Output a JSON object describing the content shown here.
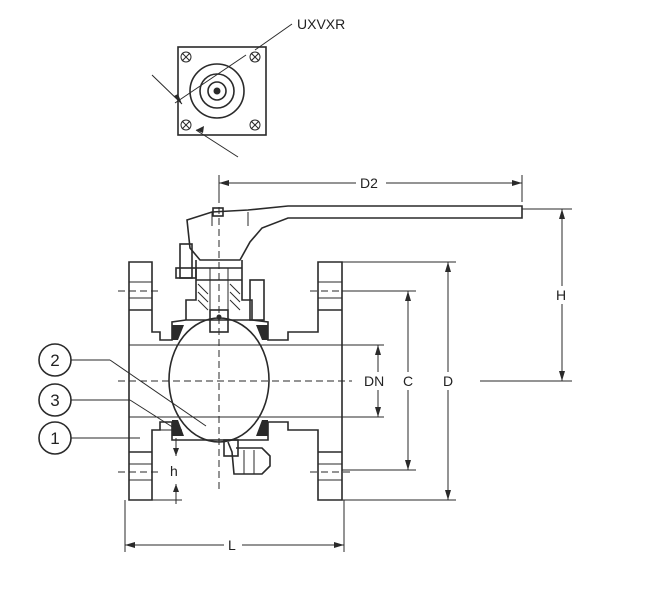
{
  "labels": {
    "top_view_callout": "UXVXR",
    "dim_d2": "D2",
    "dim_h": "H",
    "dim_dn": "DN",
    "dim_c": "C",
    "dim_d": "D",
    "dim_h_small": "h",
    "dim_l": "L"
  },
  "part_numbers": [
    {
      "id": "part-2",
      "text": "2"
    },
    {
      "id": "part-3",
      "text": "3"
    },
    {
      "id": "part-1",
      "text": "1"
    }
  ]
}
